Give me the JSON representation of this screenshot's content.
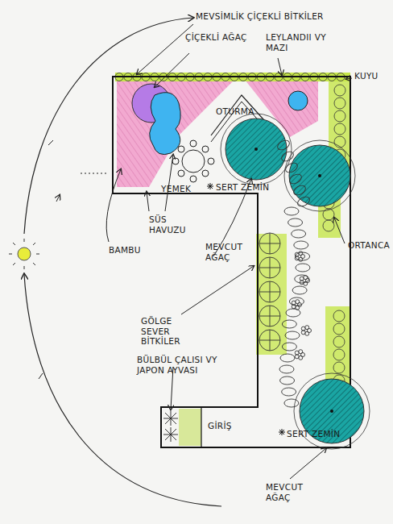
{
  "diagram": {
    "labels": [
      "MEVSİMLİK ÇİÇEKLİ BİTKİLER",
      "ÇİÇEKLİ AĞAÇ",
      "LEYLANDII VY MAZI",
      "KUYU",
      "OTURMA",
      "YEMEK",
      "SERT ZEMİN",
      "SÜS HAVUZU",
      "BAMBU",
      "MEVCUT AĞAÇ",
      "ORTANCA",
      "GÖLGE SEVER BİTKİLER",
      "BÜLBÜL ÇALISI VY JAPON AYVASI",
      "GİRİŞ",
      "SERT ZEMİN",
      "MEVCUT AĞAÇ"
    ]
  }
}
